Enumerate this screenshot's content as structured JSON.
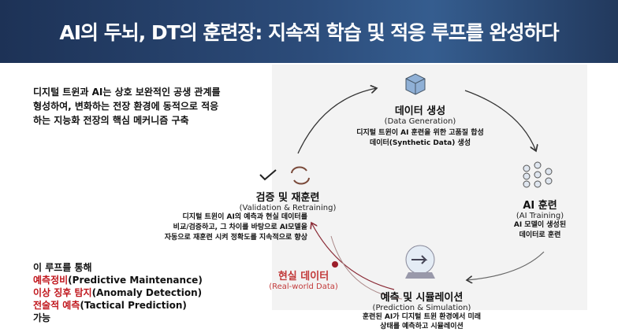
{
  "title": "AI의 두뇌, DT의 훈련장: 지속적 학습 및 적응 루프를 완성하다",
  "intro": "디지털 트윈과 AI는 상호 보완적인 공생 관계를 형성하여, 변화하는 전장 환경에 동적으로 적응하는 지능화 전장의 핵심 메커니즘 구축",
  "loop": {
    "lead": "이 루프를 통해",
    "items": [
      {
        "ko": "예측정비",
        "en": "(Predictive Maintenance)"
      },
      {
        "ko": "이상 징후 탐지",
        "en": "(Anomaly Detection)"
      },
      {
        "ko": "전술적 예측",
        "en": "(Tactical Prediction)"
      }
    ],
    "tail": "가능"
  },
  "stages": {
    "data": {
      "title": "데이터 생성",
      "en": "(Data Generation)",
      "desc1": "디지털 트윈이 AI 훈련을 위한 고품질 합성",
      "desc2": "데이터(Synthetic Data) 생성"
    },
    "train": {
      "title": "AI 훈련",
      "en": "(AI Training)",
      "desc1": "AI 모델이 생성된",
      "desc2": "데이터로 훈련"
    },
    "predict": {
      "title": "예측 및 시뮬레이션",
      "en": "(Prediction & Simulation)",
      "desc1": "훈련된 AI가 디지털 트윈 환경에서 미래",
      "desc2": "상태를 예측하고 시뮬레이션"
    },
    "validate": {
      "title": "검증 및 재훈련",
      "en": "(Validation & Retraining)",
      "desc1": "디지털 트윈이 AI의 예측과 현실 데이터를",
      "desc2": "비교/검증하고, 그 차이를 바탕으로 AI모델을",
      "desc3": "자동으로 재훈련 시켜 정확도를 지속적으로 향상"
    },
    "real": {
      "title": "현실 데이터",
      "en": "(Real-world Data)"
    }
  },
  "colors": {
    "accent": "#c0161c",
    "header": "#2c4c7a"
  }
}
